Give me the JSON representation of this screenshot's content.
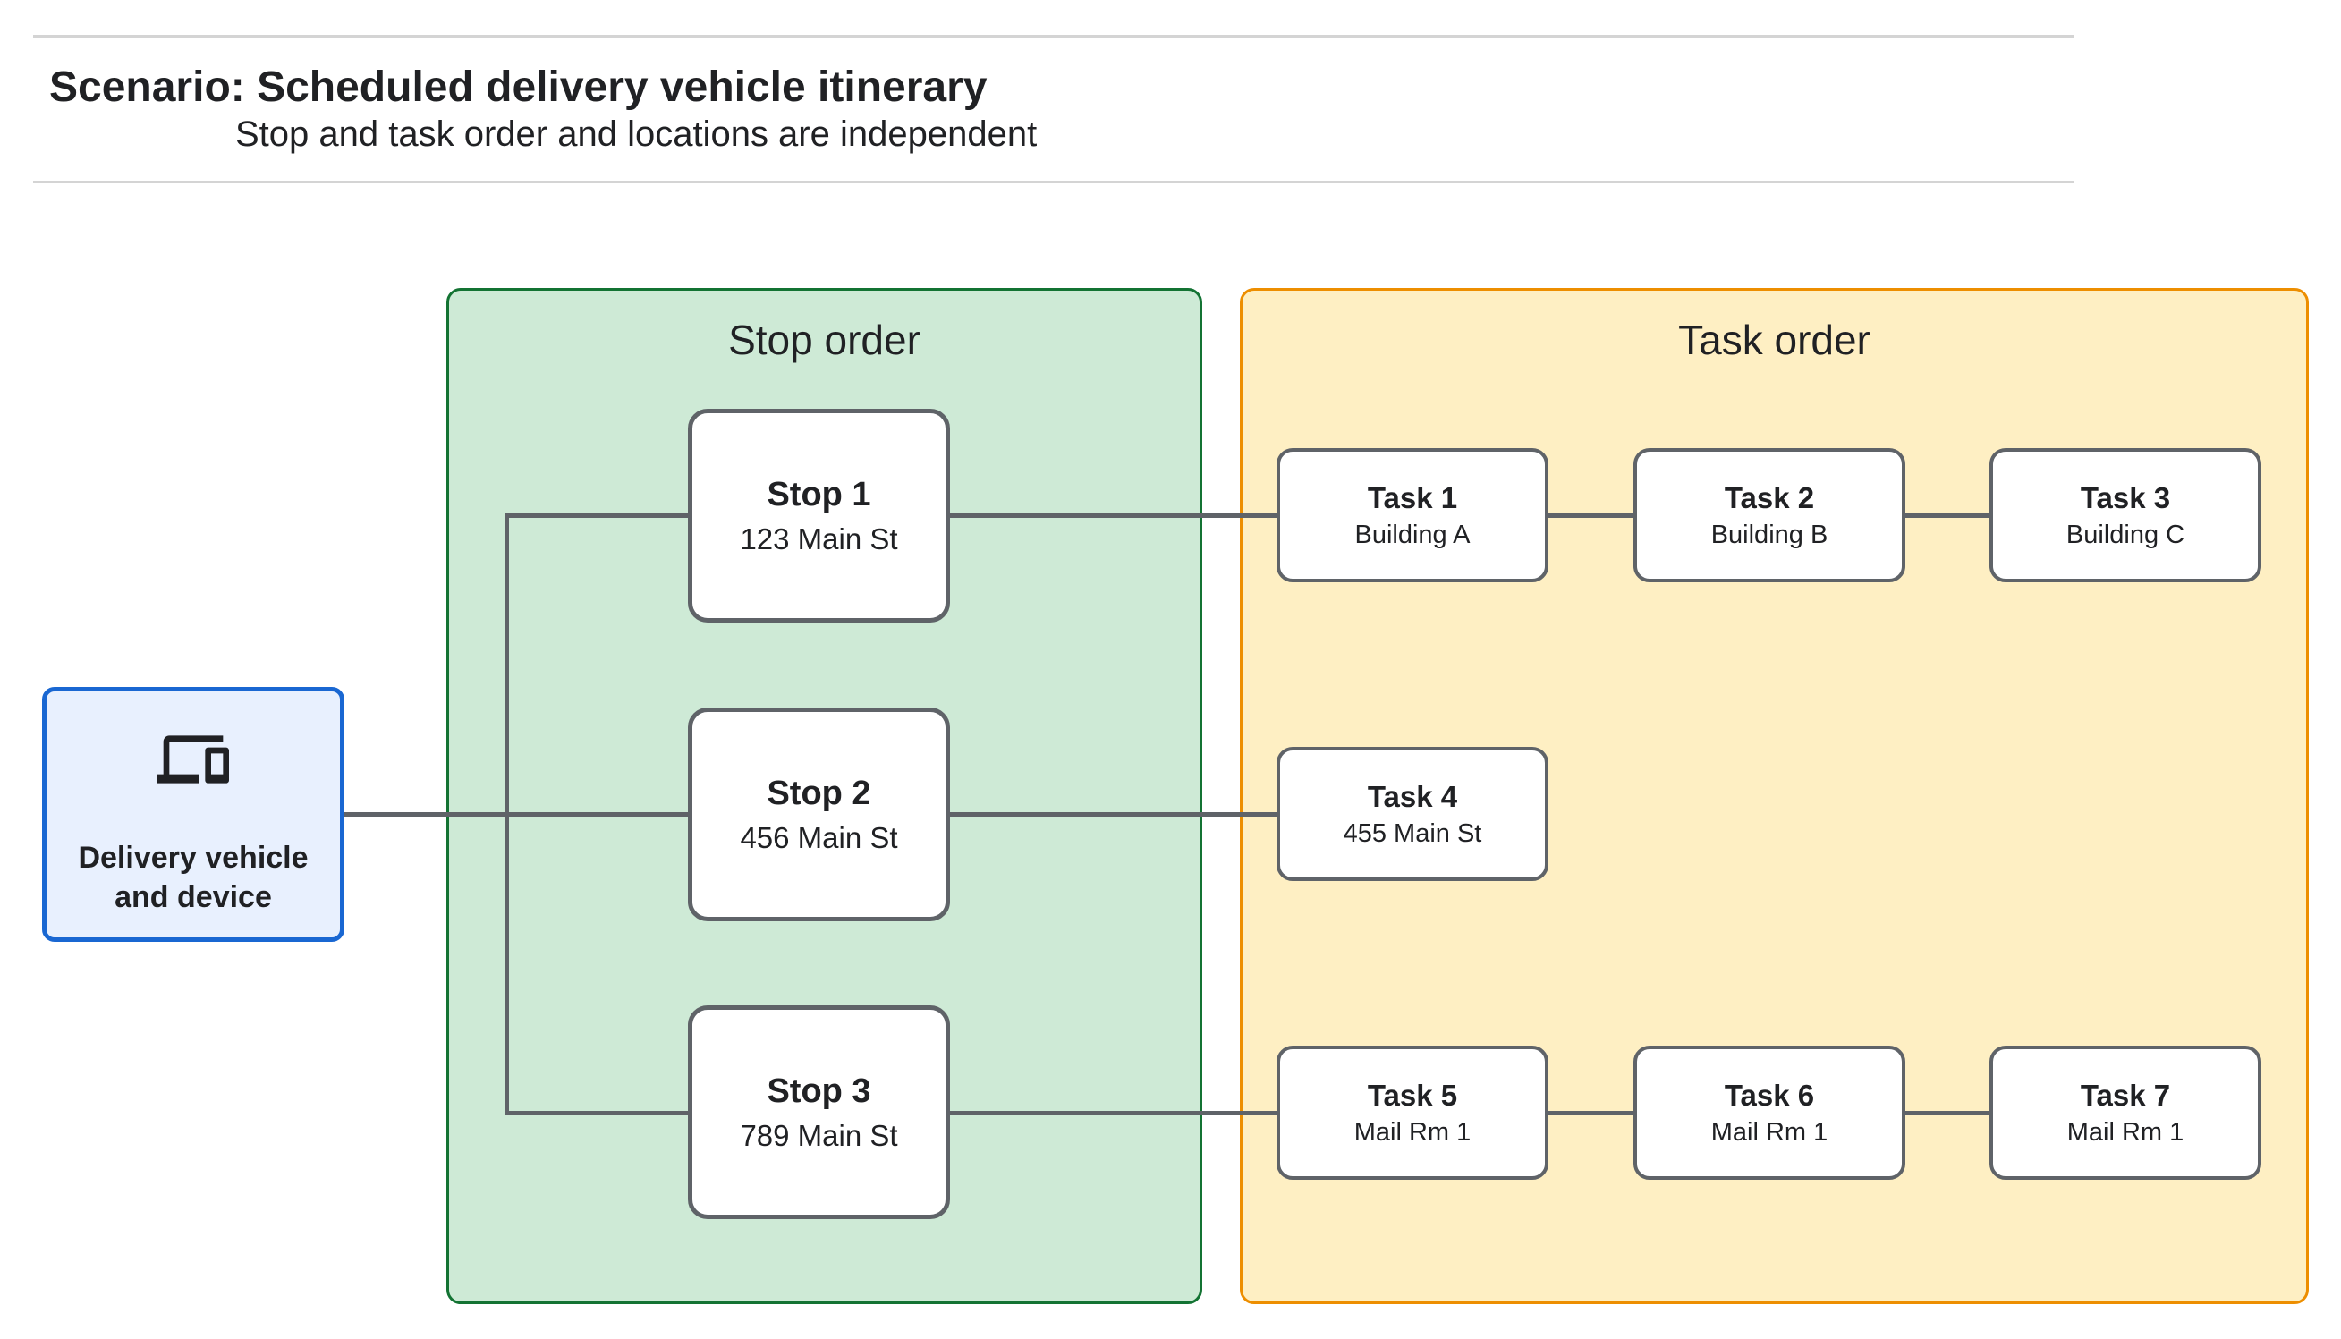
{
  "page": {
    "title": "Scenario: Scheduled delivery vehicle itinerary",
    "subtitle": "Stop and task order and locations are independent"
  },
  "vehicle": {
    "label": "Delivery vehicle and device",
    "icon": "devices-icon"
  },
  "stop_panel": {
    "title": "Stop order",
    "stops": [
      {
        "title": "Stop 1",
        "address": "123 Main St"
      },
      {
        "title": "Stop 2",
        "address": "456 Main St"
      },
      {
        "title": "Stop 3",
        "address": "789 Main St"
      }
    ]
  },
  "task_panel": {
    "title": "Task order",
    "rows": [
      [
        {
          "title": "Task 1",
          "location": "Building A"
        },
        {
          "title": "Task 2",
          "location": "Building B"
        },
        {
          "title": "Task 3",
          "location": "Building C"
        }
      ],
      [
        {
          "title": "Task 4",
          "location": "455 Main St"
        }
      ],
      [
        {
          "title": "Task 5",
          "location": "Mail Rm 1"
        },
        {
          "title": "Task 6",
          "location": "Mail Rm 1"
        },
        {
          "title": "Task 7",
          "location": "Mail Rm 1"
        }
      ]
    ]
  },
  "colors": {
    "page_bg": "#ffffff",
    "text": "#202124",
    "divider": "#d4d4d4",
    "stop_panel_fill": "#ceead6",
    "stop_panel_border": "#137333",
    "task_panel_fill": "#feefc3",
    "task_panel_border": "#ed8e00",
    "vehicle_fill": "#e8f0fe",
    "vehicle_border": "#1967d2",
    "node_border": "#5f6368",
    "connector": "#5f6368",
    "node_fill": "#ffffff",
    "icon": "#202124"
  }
}
